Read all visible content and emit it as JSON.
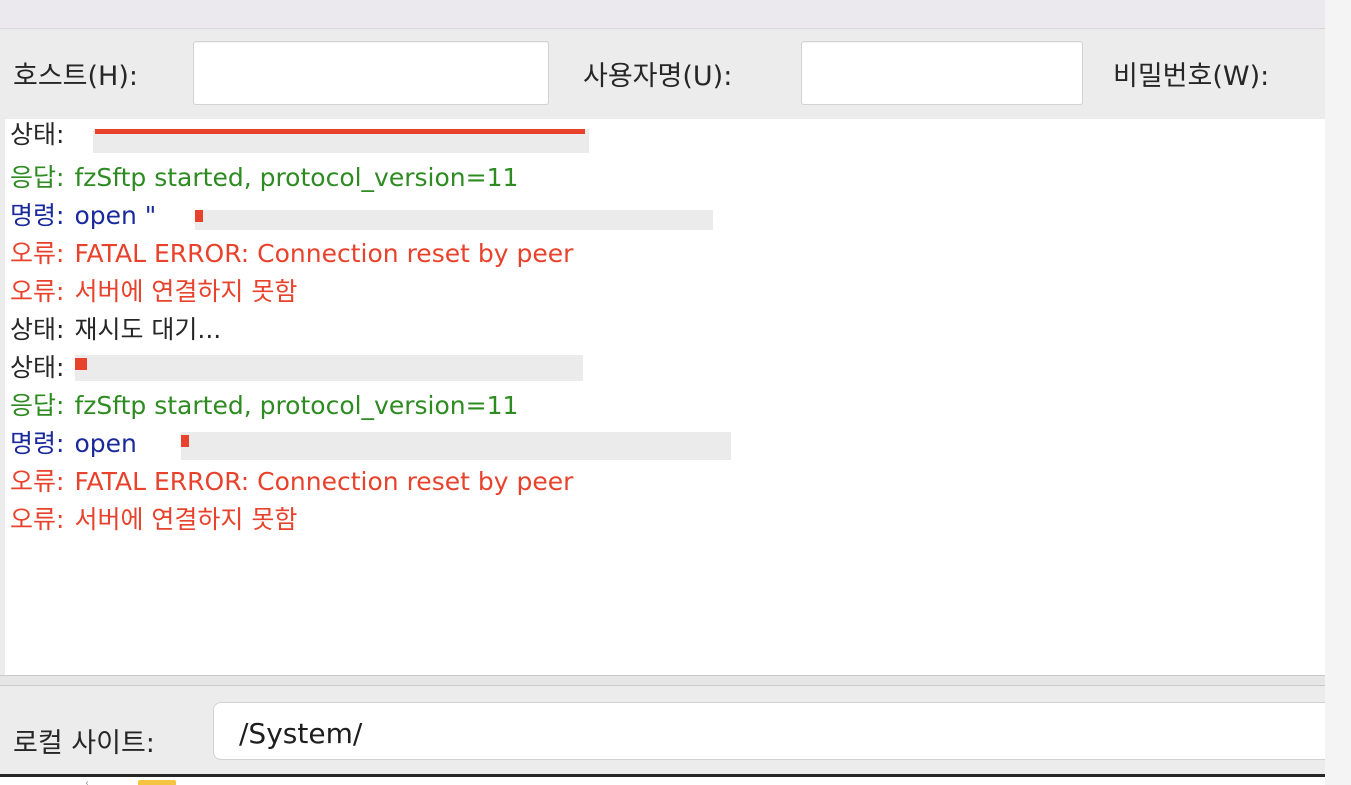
{
  "quickconnect": {
    "host_label": "호스트(H):",
    "host_value": "",
    "user_label": "사용자명(U):",
    "user_value": "",
    "password_label": "비밀번호(W):"
  },
  "log": [
    {
      "prefix": "상태:",
      "text": "",
      "kind": "status",
      "color": "#262626"
    },
    {
      "prefix": "응답:",
      "text": "fzSftp started, protocol_version=11",
      "kind": "response",
      "color": "#2e8b22"
    },
    {
      "prefix": "명령:",
      "text": "open \"",
      "kind": "command",
      "color": "#1a2a9c"
    },
    {
      "prefix": "오류:",
      "text": "FATAL ERROR: Connection reset by peer",
      "kind": "error",
      "color": "#e8422c"
    },
    {
      "prefix": "오류:",
      "text": "서버에 연결하지 못함",
      "kind": "error",
      "color": "#e8422c"
    },
    {
      "prefix": "상태:",
      "text": "재시도 대기...",
      "kind": "status",
      "color": "#262626"
    },
    {
      "prefix": "상태:",
      "text": "",
      "kind": "status",
      "color": "#262626"
    },
    {
      "prefix": "응답:",
      "text": "fzSftp started, protocol_version=11",
      "kind": "response",
      "color": "#2e8b22"
    },
    {
      "prefix": "명령:",
      "text": "open",
      "kind": "command",
      "color": "#1a2a9c"
    },
    {
      "prefix": "오류:",
      "text": "FATAL ERROR: Connection reset by peer",
      "kind": "error",
      "color": "#e8422c"
    },
    {
      "prefix": "오류:",
      "text": "서버에 연결하지 못함",
      "kind": "error",
      "color": "#e8422c"
    }
  ],
  "local_site": {
    "label": "로컬 사이트:",
    "path": "/System/"
  },
  "colors": {
    "status": "#262626",
    "response": "#2e8b22",
    "command": "#1a2a9c",
    "error": "#e8422c",
    "redaction": "#e8422c"
  }
}
